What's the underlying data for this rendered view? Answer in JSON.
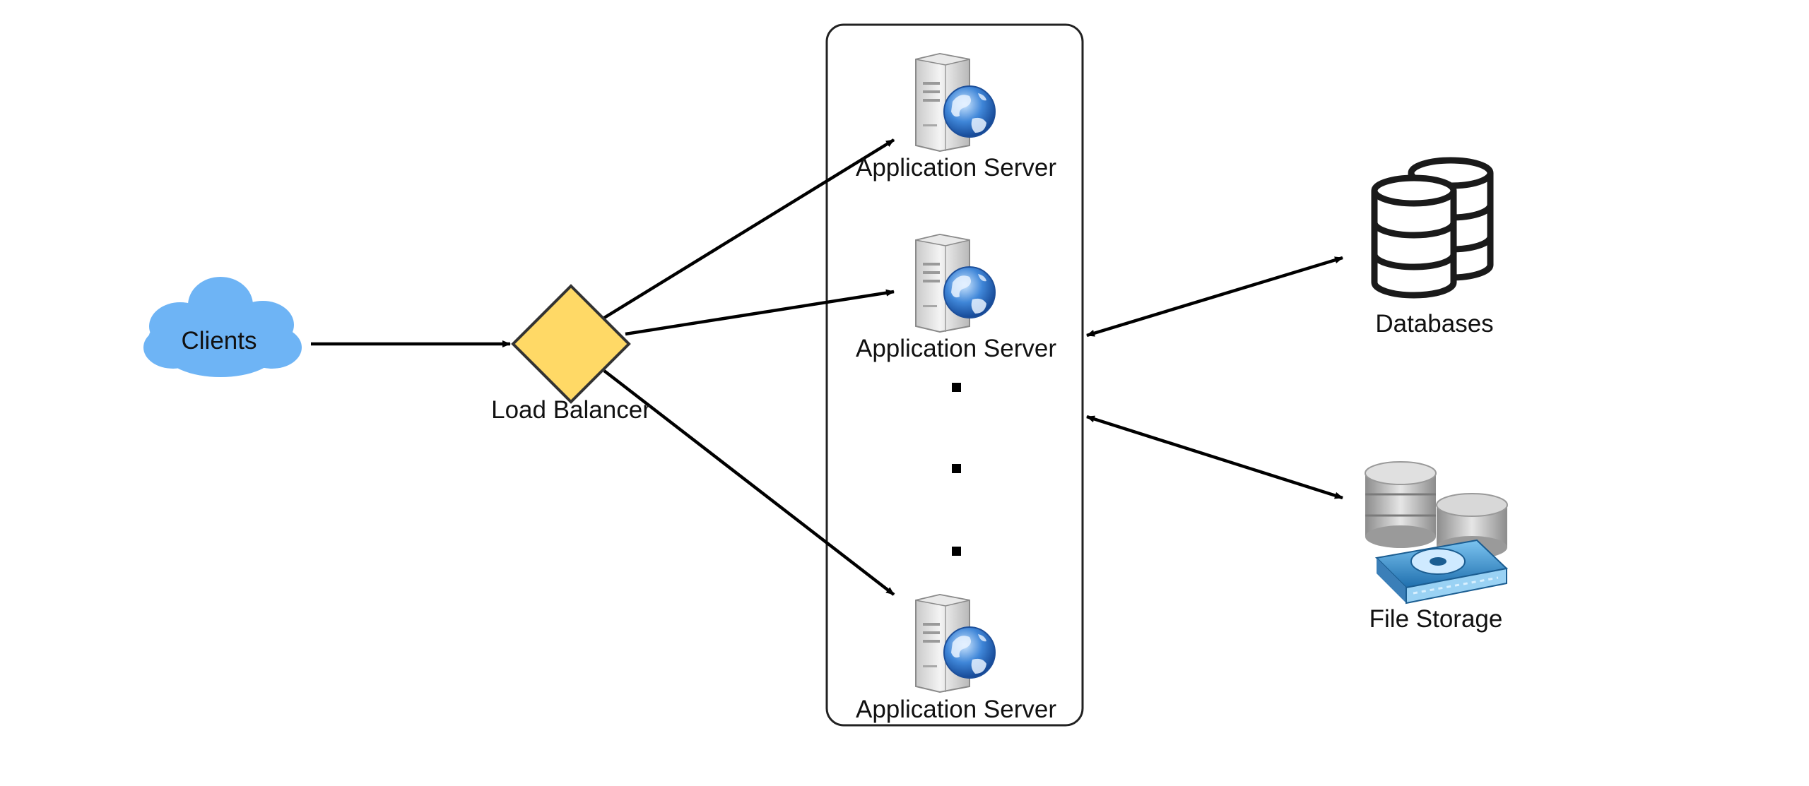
{
  "nodes": {
    "clients": "Clients",
    "load_balancer": "Load Balancer",
    "app_server_1": "Application Server",
    "app_server_2": "Application Server",
    "app_server_3": "Application Server",
    "databases": "Databases",
    "file_storage": "File Storage"
  },
  "colors": {
    "cloud": "#6EB4F5",
    "diamond_fill": "#FFD966",
    "diamond_stroke": "#333333",
    "arrow": "#000000",
    "group_border": "#222222"
  },
  "icons": {
    "clients": "cloud-icon",
    "load_balancer": "diamond-icon",
    "app_server": "web-server-icon",
    "databases": "database-stack-icon",
    "file_storage": "storage-drive-icon"
  }
}
